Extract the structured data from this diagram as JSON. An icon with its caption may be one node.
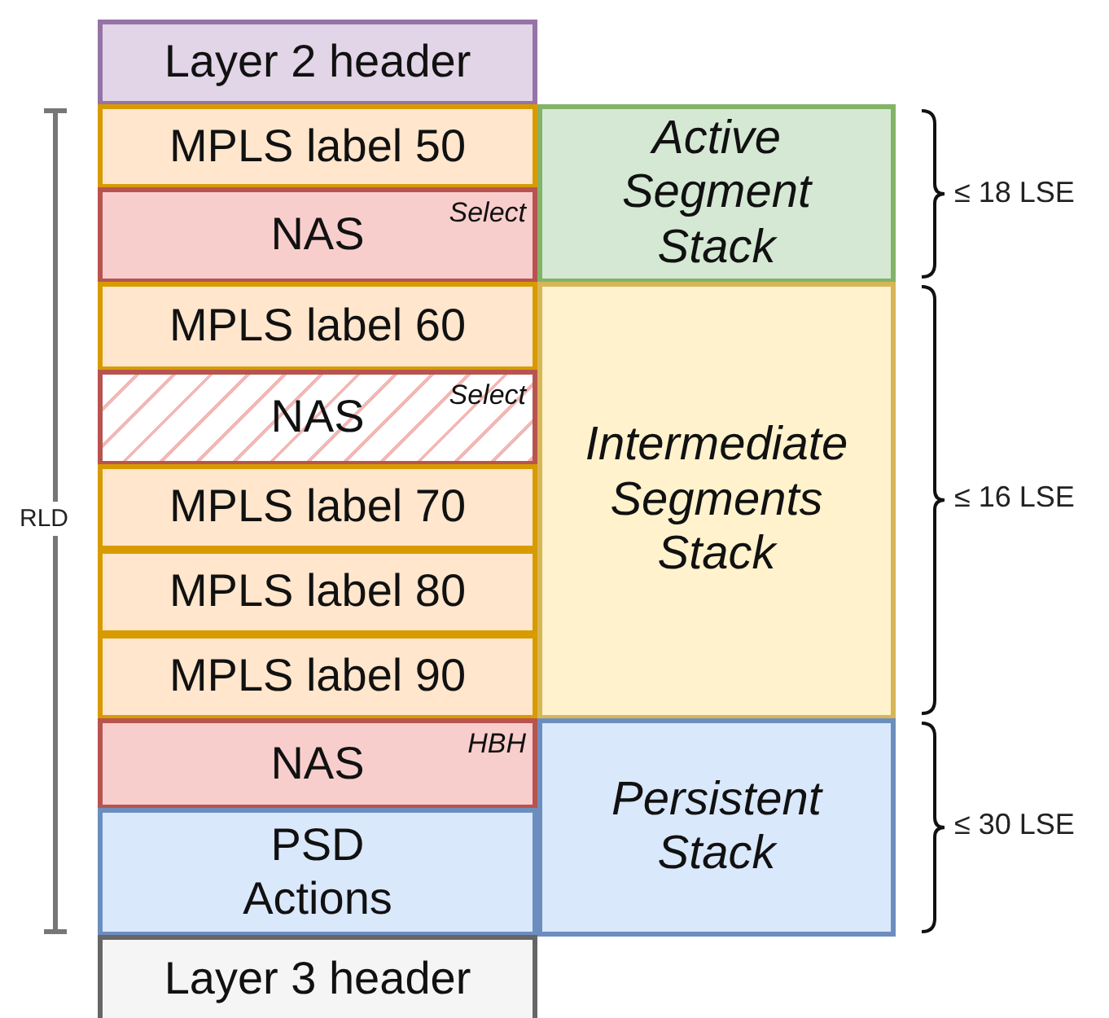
{
  "diagram": {
    "nodes": [
      {
        "text": [
          "Layer 2 header"
        ]
      },
      {
        "text": [
          "MPLS label 50"
        ]
      },
      {
        "text": [
          "NAS",
          "Select"
        ]
      },
      {
        "text": [
          "MPLS label 60"
        ]
      },
      {
        "text": [
          "NAS",
          "Select"
        ]
      },
      {
        "text": [
          "MPLS label 70"
        ]
      },
      {
        "text": [
          "MPLS label 80"
        ]
      },
      {
        "text": [
          "MPLS label 90"
        ]
      },
      {
        "text": [
          "NAS",
          "HBH"
        ]
      },
      {
        "text": [
          "PSD Actions"
        ]
      },
      {
        "text": [
          "Layer 3 header"
        ]
      },
      {
        "text": [
          "Active Segment Stack"
        ]
      },
      {
        "text": [
          "Intermediate Segments Stack"
        ]
      },
      {
        "text": [
          "Persistent Stack"
        ]
      }
    ],
    "labels": [
      "RLD",
      "≤ 18 LSE",
      "≤ 16 LSE",
      "≤ 30 LSE"
    ]
  }
}
